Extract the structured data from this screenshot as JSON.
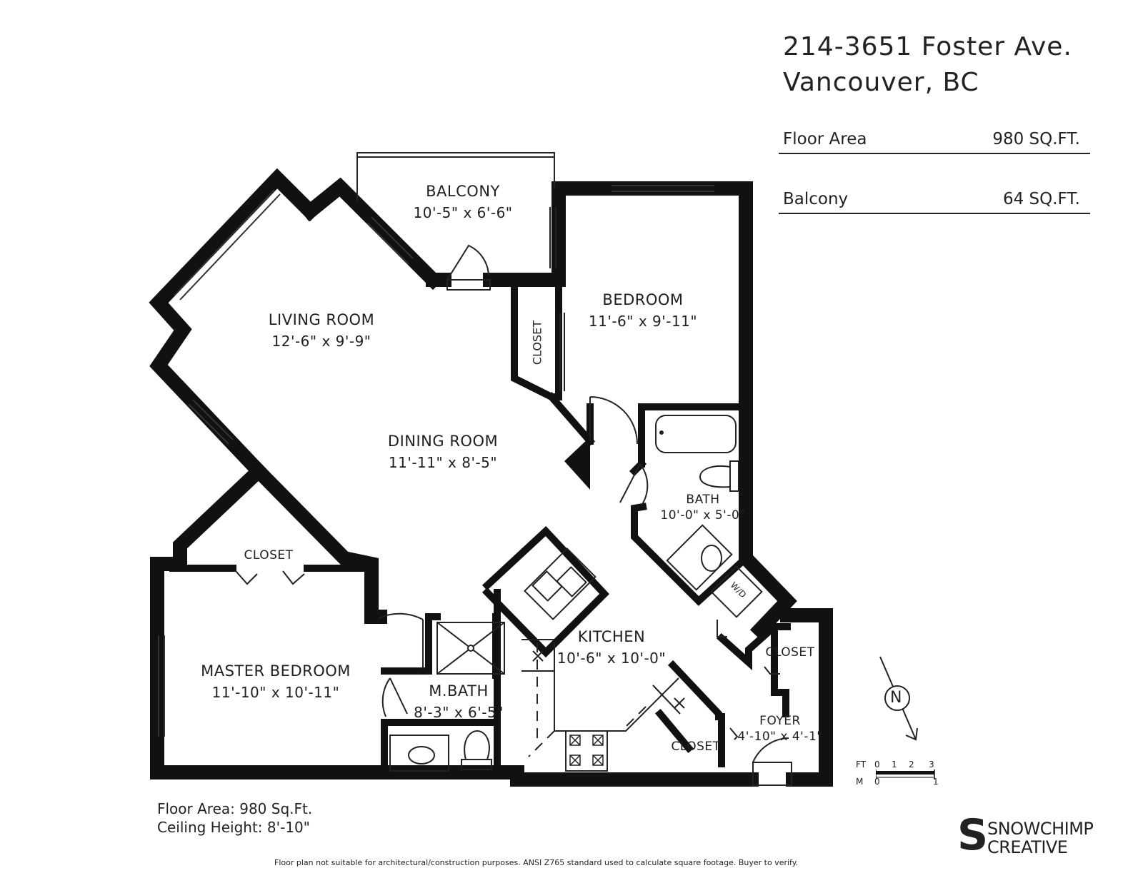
{
  "header": {
    "address_line1": "214-3651 Foster Ave.",
    "address_line2": "Vancouver, BC"
  },
  "stats": [
    {
      "label": "Floor Area",
      "value": "980 SQ.FT."
    },
    {
      "label": "Balcony",
      "value": "64 SQ.FT."
    }
  ],
  "rooms": {
    "balcony": {
      "name": "BALCONY",
      "dims": "10'-5\" x 6'-6\""
    },
    "bedroom": {
      "name": "BEDROOM",
      "dims": "11'-6\" x 9'-11\""
    },
    "living": {
      "name": "LIVING ROOM",
      "dims": "12'-6\"  x  9'-9\""
    },
    "dining": {
      "name": "DINING ROOM",
      "dims": "11'-11\"  x  8'-5\""
    },
    "bath": {
      "name": "BATH",
      "dims": "10'-0\" x 5'-0\""
    },
    "closet_bed": {
      "name": "CLOSET"
    },
    "closet_master": {
      "name": "CLOSET"
    },
    "closet_foyer": {
      "name": "CLOSET"
    },
    "closet_kitchen": {
      "name": "CLOSET"
    },
    "wd": {
      "name": "W/D"
    },
    "kitchen": {
      "name": "KITCHEN",
      "dims": "10'-6\" x 10'-0\""
    },
    "master": {
      "name": "MASTER BEDROOM",
      "dims": "11'-10\"  x 10'-11\""
    },
    "mbath": {
      "name": "M.BATH",
      "dims": "8'-3\"  x  6'-5\""
    },
    "foyer": {
      "name": "FOYER",
      "dims": "4'-10\" x  4'-1\""
    }
  },
  "compass": {
    "label": "N",
    "icon": "north-arrow-icon"
  },
  "scale_bar": {
    "ft_label": "FT",
    "ft_ticks": [
      "0",
      "1",
      "2",
      "3"
    ],
    "m_label": "M",
    "m_ticks": [
      "0",
      "1"
    ]
  },
  "footer": {
    "floor_area": "Floor Area: 980 Sq.Ft.",
    "ceiling": "Ceiling Height: 8'-10\"",
    "disclaimer": "Floor plan not suitable for architectural/construction purposes. ANSI Z765 standard used to calculate square footage. Buyer to verify."
  },
  "logo": {
    "mark": "S",
    "line1": "SNOWCHIMP",
    "line2": "CREATIVE"
  }
}
